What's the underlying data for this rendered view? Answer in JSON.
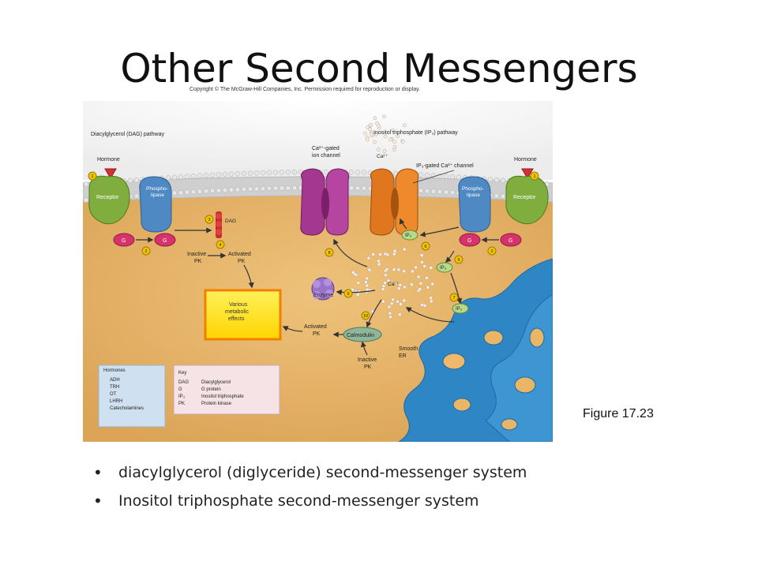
{
  "slide": {
    "title": "Other Second Messengers",
    "copyright": "Copyright © The McGraw-Hill Companies, Inc. Permission required for reproduction or display.",
    "figure_label": "Figure 17.23",
    "bullets": [
      "diacylglycerol (diglyceride) second-messenger system",
      "Inositol triphosphate second-messenger system"
    ]
  },
  "diagram": {
    "dag_pathway": "Diacylglycerol (DAG) pathway",
    "ip3_pathway": "Inositol triphosphate (IP₃) pathway",
    "hormone_left": "Hormone",
    "hormone_right": "Hormone",
    "receptor_left": "Receptor",
    "receptor_right": "Receptor",
    "phospholipase_left": [
      "Phospho-",
      "lipase"
    ],
    "phospholipase_right": [
      "Phospho-",
      "lipase"
    ],
    "g_protein": "G",
    "dag": "DAG",
    "ca_channel": [
      "Ca²⁺-gated",
      "ion channel"
    ],
    "ip3_channel": "IP₃-gated Ca²⁺ channel",
    "ca_ion": "Ca²⁺",
    "ip3": "IP₃",
    "inactive_pk": [
      "Inactive",
      "PK"
    ],
    "activated_pk": [
      "Activated",
      "PK"
    ],
    "inactive_pk2": [
      "Inactive",
      "PK"
    ],
    "activated_pk2": [
      "Activated",
      "PK"
    ],
    "metabolic_effects": [
      "Various",
      "metabolic",
      "effects"
    ],
    "enzyme": "Enzyme",
    "calmodulin": "Calmodulin",
    "smooth_er": [
      "Smooth",
      "ER"
    ],
    "steps": [
      "1",
      "2",
      "3",
      "4",
      "5",
      "6",
      "7",
      "8",
      "9",
      "10"
    ],
    "hormones_box": {
      "title": "Hormones",
      "items": [
        "ADH",
        "TRH",
        "OT",
        "LHRH",
        "Catecholamines"
      ]
    },
    "key_box": {
      "title": "Key",
      "rows": [
        {
          "abbr": "DAG",
          "meaning": "Diacylglycerol"
        },
        {
          "abbr": "G",
          "meaning": "G protein"
        },
        {
          "abbr": "IP₃",
          "meaning": "Inositol triphosphate"
        },
        {
          "abbr": "PK",
          "meaning": "Protein kinase"
        }
      ]
    },
    "colors": {
      "cytoplasm": "#e9b567",
      "membrane": "#d8d8d8",
      "receptor": "#7fae3f",
      "phospholipase": "#4f89c4",
      "g_protein": "#d6336c",
      "ca_channel": "#a4378f",
      "ip3_channel": "#e0771e",
      "step_circle": "#f2c300",
      "er": "#2f86c4",
      "metabolic_box": "#f7a800"
    }
  }
}
